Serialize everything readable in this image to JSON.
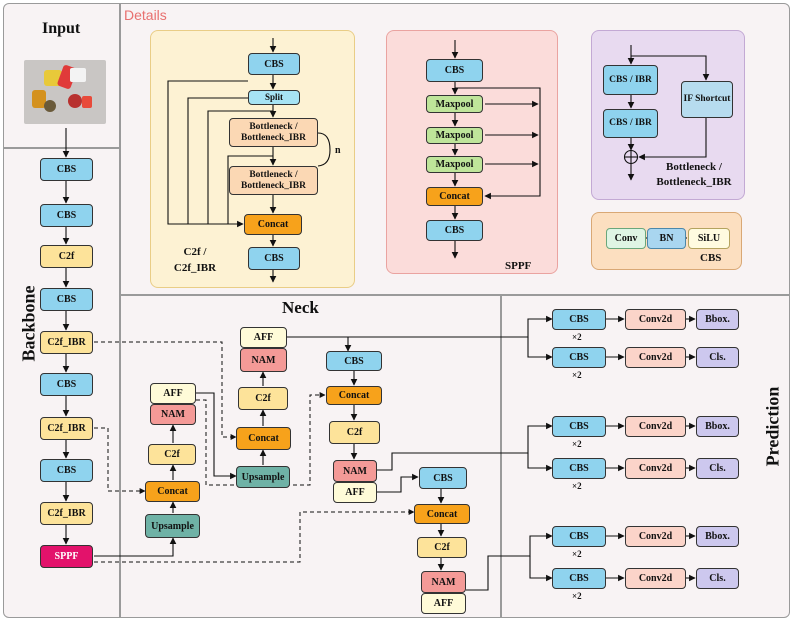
{
  "sections": {
    "input": "Input",
    "details": "Details",
    "backbone": "Backbone",
    "neck": "Neck",
    "prediction": "Prediction"
  },
  "backbone": [
    "CBS",
    "CBS",
    "C2f",
    "CBS",
    "C2f_IBR",
    "CBS",
    "C2f_IBR",
    "CBS",
    "C2f_IBR",
    "SPPF"
  ],
  "details": {
    "c2f": {
      "cbs_top": "CBS",
      "split": "Split",
      "bottleneck1": "Bottleneck / Bottleneck_IBR",
      "bottleneck2": "Bottleneck / Bottleneck_IBR",
      "n": "n",
      "concat": "Concat",
      "cbs_bottom": "CBS",
      "caption": "C2f / C2f_IBR"
    },
    "sppf": {
      "cbs_top": "CBS",
      "maxpool1": "Maxpool",
      "maxpool2": "Maxpool",
      "maxpool3": "Maxpool",
      "concat": "Concat",
      "cbs_bottom": "CBS",
      "caption": "SPPF"
    },
    "bottleneck": {
      "cbs1": "CBS / IBR",
      "cbs2": "CBS / IBR",
      "shortcut": "IF Shortcut",
      "caption": "Bottleneck / Bottleneck_IBR"
    },
    "cbs": {
      "conv": "Conv",
      "bn": "BN",
      "silu": "SiLU",
      "caption": "CBS"
    }
  },
  "neck": {
    "upsample1": "Upsample",
    "concat1": "Concat",
    "c2f1": "C2f",
    "nam1": "NAM",
    "aff1": "AFF",
    "upsample2": "Upsample",
    "concat2": "Concat",
    "c2f2": "C2f",
    "nam2": "NAM",
    "aff2": "AFF",
    "cbs3": "CBS",
    "concat3": "Concat",
    "c2f3": "C2f",
    "nam3": "NAM",
    "aff3": "AFF",
    "cbs4": "CBS",
    "concat4": "Concat",
    "c2f4": "C2f",
    "nam4": "NAM",
    "aff4": "AFF"
  },
  "prediction": {
    "heads": [
      {
        "cbs_box": "CBS",
        "conv_box": "Conv2d",
        "out_box": "Bbox.",
        "mult": "×2"
      },
      {
        "cbs_box": "CBS",
        "conv_box": "Conv2d",
        "out_box": "Cls.",
        "mult": "×2"
      },
      {
        "cbs_box": "CBS",
        "conv_box": "Conv2d",
        "out_box": "Bbox.",
        "mult": "×2"
      },
      {
        "cbs_box": "CBS",
        "conv_box": "Conv2d",
        "out_box": "Cls.",
        "mult": "×2"
      },
      {
        "cbs_box": "CBS",
        "conv_box": "Conv2d",
        "out_box": "Bbox.",
        "mult": "×2"
      },
      {
        "cbs_box": "CBS",
        "conv_box": "Conv2d",
        "out_box": "Cls.",
        "mult": "×2"
      }
    ]
  },
  "colors": {
    "cbs": "#8fd3ee",
    "c2f": "#fde39a",
    "concat": "#f7a21b",
    "nam": "#f49a97",
    "aff": "#fffbd8",
    "upsample": "#6fb2a6",
    "sppf": "#e3126b",
    "details_title": "#e8706f"
  }
}
